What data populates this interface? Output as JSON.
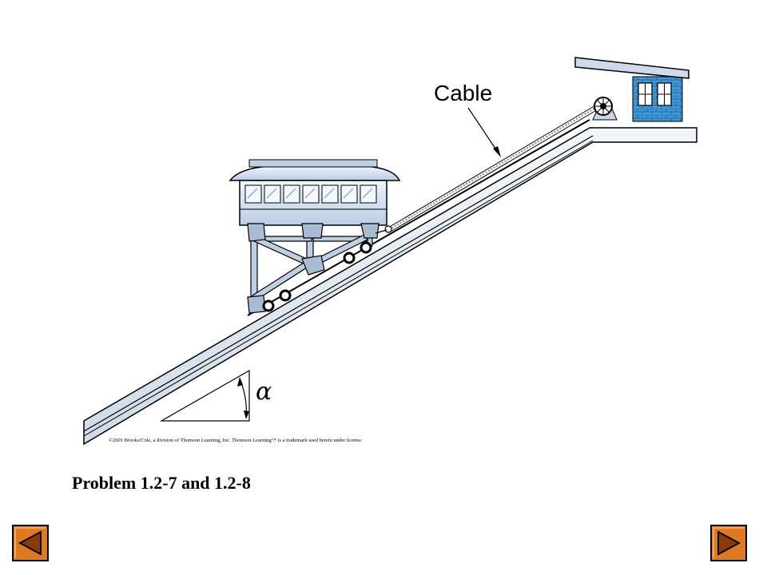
{
  "diagram": {
    "cable_label": "Cable",
    "angle_label": "α",
    "copyright": "©2001 Brooks/Cole, a division of Thomson Learning, Inc.  Thomson Learning™ is a trademark used herein under license."
  },
  "caption": "Problem 1.2-7 and 1.2-8",
  "nav": {
    "prev_icon": "left-arrow-icon",
    "next_icon": "right-arrow-icon"
  },
  "colors": {
    "slope_fill": "#e6edf6",
    "car_fill": "#d8e6f6",
    "button_fill": "#e07a1e",
    "house_fill": "#3a8fcf"
  }
}
